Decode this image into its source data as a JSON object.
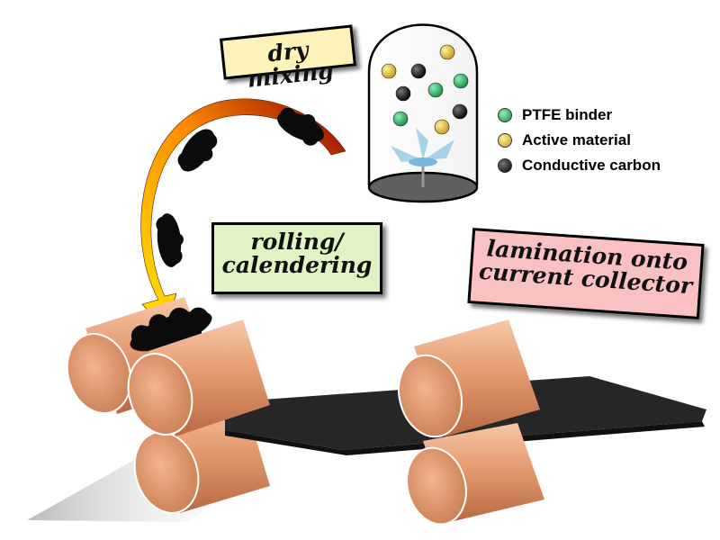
{
  "labels": {
    "dry_mixing": "dry mixing",
    "rolling_line1": "rolling/",
    "rolling_line2": "calendering",
    "lamination_line1": "lamination onto",
    "lamination_line2": "current collector"
  },
  "legend": [
    {
      "label": "PTFE binder",
      "color": "#1fae5a"
    },
    {
      "label": "Active material",
      "color": "#f2c21b"
    },
    {
      "label": "Conductive carbon",
      "color": "#111111"
    }
  ],
  "colors": {
    "roller": "#e8a27a",
    "roller_dark": "#b3643d",
    "sheet": "#2b2b2b",
    "arrow_start": "#8b0000",
    "arrow_end": "#ffe000",
    "dry_box": "#fdf2b9",
    "roll_box": "#dff3c3",
    "lam_box": "#f9c1c1"
  }
}
